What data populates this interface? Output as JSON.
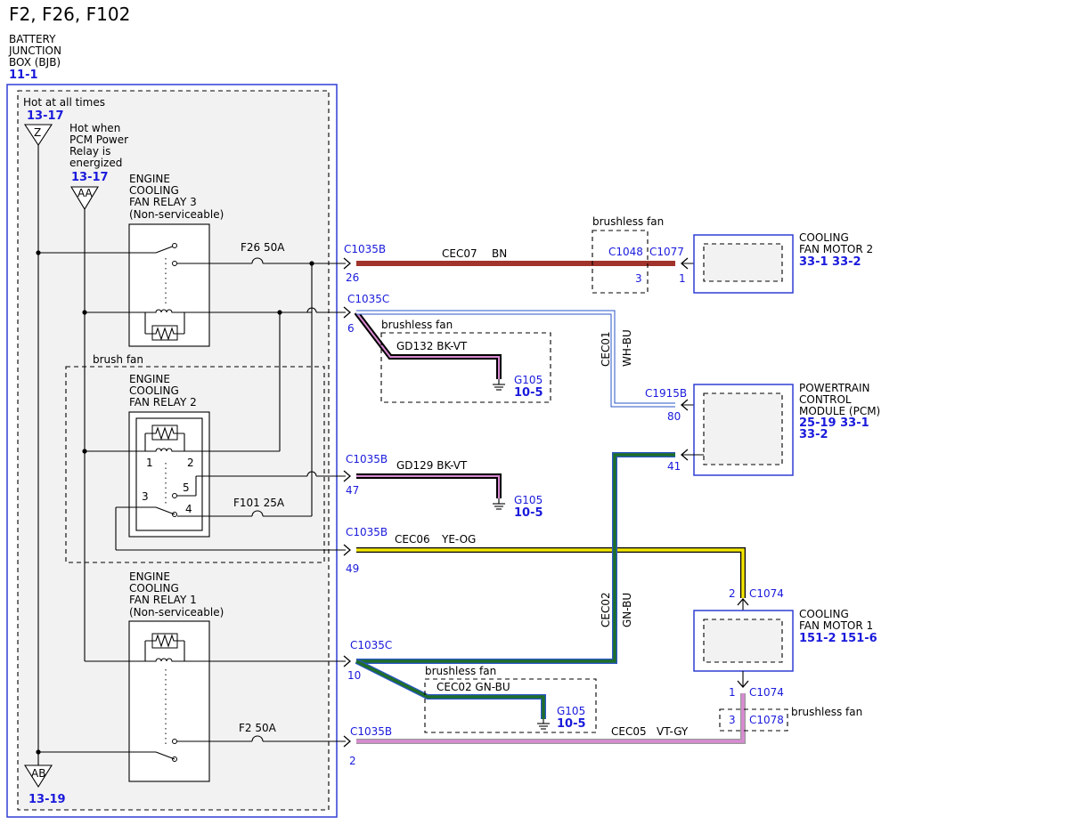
{
  "title": "F2, F26, F102",
  "bjb": {
    "label_lines": [
      "BATTERY",
      "JUNCTION",
      "BOX (BJB)"
    ],
    "ref": "11-1",
    "hot_at_all_times": "Hot at all times",
    "hot_at_all_times_ref": "13-17",
    "hot_when_lines": [
      "Hot when",
      "PCM Power",
      "Relay is",
      "energized"
    ],
    "hot_when_ref": "13-17",
    "terminal_z": "Z",
    "terminal_aa": "AA",
    "terminal_ab": "AB",
    "terminal_ab_ref": "13-19",
    "brush_fan": "brush fan"
  },
  "relays": {
    "relay3_lines": [
      "ENGINE",
      "COOLING",
      "FAN RELAY 3",
      "(Non-serviceable)"
    ],
    "relay2_lines": [
      "ENGINE",
      "COOLING",
      "FAN RELAY 2"
    ],
    "relay1_lines": [
      "ENGINE",
      "COOLING",
      "FAN RELAY 1",
      "(Non-serviceable)"
    ],
    "relay2_pins": [
      "1",
      "2",
      "3",
      "4",
      "5"
    ]
  },
  "fuses": {
    "f26": "F26  50A",
    "f101": "F101  25A",
    "f2": "F2   50A"
  },
  "connectors": {
    "c1035b_26": "C1035B",
    "pin_26": "26",
    "c1035c_6": "C1035C",
    "pin_6": "6",
    "c1035b_47": "C1035B",
    "pin_47": "47",
    "c1035b_49": "C1035B",
    "pin_49": "49",
    "c1035c_10": "C1035C",
    "pin_10": "10",
    "c1035b_2": "C1035B",
    "pin_2": "2",
    "c1048": "C1048",
    "c1048_pin": "3",
    "c1077": "C1077",
    "c1077_pin": "1",
    "c1915b": "C1915B",
    "c1915b_pin80": "80",
    "c1915b_pin41": "41",
    "c1074_top": "C1074",
    "c1074_top_pin": "2",
    "c1074_bot": "C1074",
    "c1074_bot_pin": "1",
    "c1078": "C1078",
    "c1078_pin": "3"
  },
  "wires": {
    "cec07": "CEC07",
    "cec07_color": "BN",
    "gd132": "GD132  BK-VT",
    "cec01": "CEC01",
    "cec01_color": "WH-BU",
    "gd129": "GD129  BK-VT",
    "cec06": "CEC06",
    "cec06_color": "YE-OG",
    "cec02": "CEC02",
    "cec02_color": "GN-BU",
    "cec02_lower": "CEC02  GN-BU",
    "cec05": "CEC05",
    "cec05_color": "VT-GY"
  },
  "grounds": {
    "g105_a": "G105",
    "g105_a_ref": "10-5",
    "g105_b": "G105",
    "g105_b_ref": "10-5",
    "g105_c": "G105",
    "g105_c_ref": "10-5"
  },
  "brushless": {
    "top": "brushless fan",
    "mid": "brushless fan",
    "low": "brushless fan",
    "right": "brushless fan"
  },
  "components": {
    "fan_motor2_lines": [
      "COOLING",
      "FAN MOTOR 2"
    ],
    "fan_motor2_refs": "33-1  33-2",
    "pcm_lines": [
      "POWERTRAIN",
      "CONTROL",
      "MODULE (PCM)"
    ],
    "pcm_refs_1": "25-19 33-1",
    "pcm_refs_2": "33-2",
    "fan_motor1_lines": [
      "COOLING",
      "FAN MOTOR 1"
    ],
    "fan_motor1_refs": "151-2 151-6"
  },
  "colors": {
    "brown": "#a0332b",
    "yellow": "#f2e600",
    "green": "#1e6e2a",
    "blue_stripe": "#2a56c8",
    "violet": "#d98ad2",
    "black": "#000000",
    "white": "#ffffff",
    "border_blue": "#2f3fd4",
    "box_fill": "#f2f2f2"
  }
}
